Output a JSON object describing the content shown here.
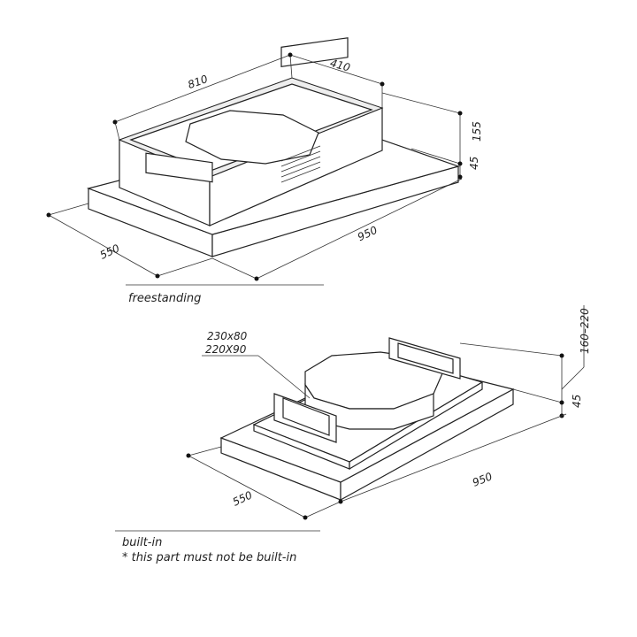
{
  "freestanding": {
    "caption": "freestanding",
    "dims": {
      "length_top": "810",
      "depth_top": "410",
      "height": "155",
      "plate": "45",
      "depth": "550",
      "length": "950"
    }
  },
  "builtin": {
    "caption": "built-in",
    "note": "* this part must not be built-in",
    "duct_1": "230x80",
    "duct_2": "220X90",
    "dims": {
      "height": "160–220",
      "plate": "45",
      "depth": "550",
      "length": "950"
    }
  }
}
